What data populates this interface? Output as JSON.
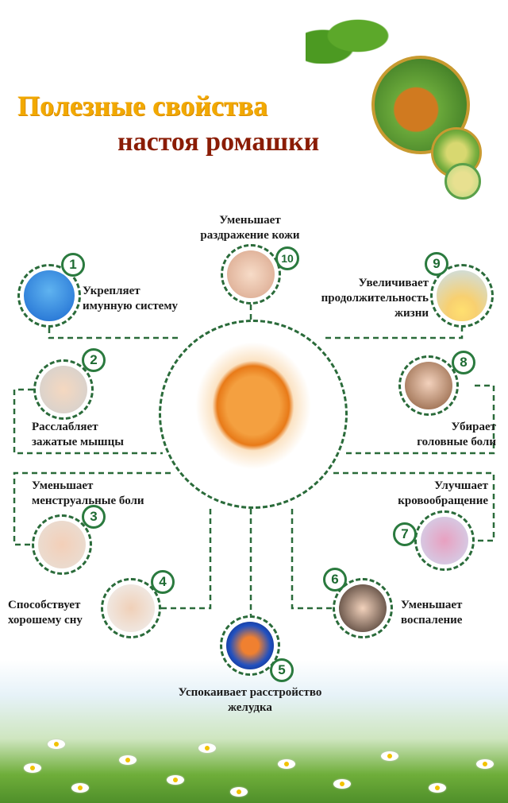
{
  "title": {
    "line1": "Полезные свойства",
    "line2": "настоя ромашки"
  },
  "benefits": [
    {
      "n": "1",
      "text": "Укрепляет имунную систему",
      "l1": "Укрепляет",
      "l2": "имунную систему"
    },
    {
      "n": "2",
      "text": "Расслабляет зажатые мышцы",
      "l1": "Расслабляет",
      "l2": "зажатые мышцы"
    },
    {
      "n": "3",
      "text": "Уменьшает менструальные боли",
      "l1": "Уменьшает",
      "l2": "менструальные боли"
    },
    {
      "n": "4",
      "text": "Способствует хорошему сну",
      "l1": "Способствует",
      "l2": "хорошему сну"
    },
    {
      "n": "5",
      "text": "Успокаивает расстройство желудка",
      "l1": "Успокаивает расстройство",
      "l2": "желудка"
    },
    {
      "n": "6",
      "text": "Уменьшает воспаление",
      "l1": "Уменьшает",
      "l2": "воспаление"
    },
    {
      "n": "7",
      "text": "Улучшает кровообращение",
      "l1": "Улучшает",
      "l2": "кровообращение"
    },
    {
      "n": "8",
      "text": "Убирает головные боли",
      "l1": "Убирает",
      "l2": "головные боли"
    },
    {
      "n": "9",
      "text": "Увеличивает продолжительность жизни",
      "l1": "Увеличивает",
      "l2": "продолжительность",
      "l3": "жизни"
    },
    {
      "n": "10",
      "text": "Уменьшает раздражение кожи",
      "l1": "Уменьшает",
      "l2": "раздражение кожи"
    }
  ],
  "colors": {
    "accent": "#2a6b3a",
    "title_orange": "#f2a900",
    "title_red": "#8a1c05"
  }
}
